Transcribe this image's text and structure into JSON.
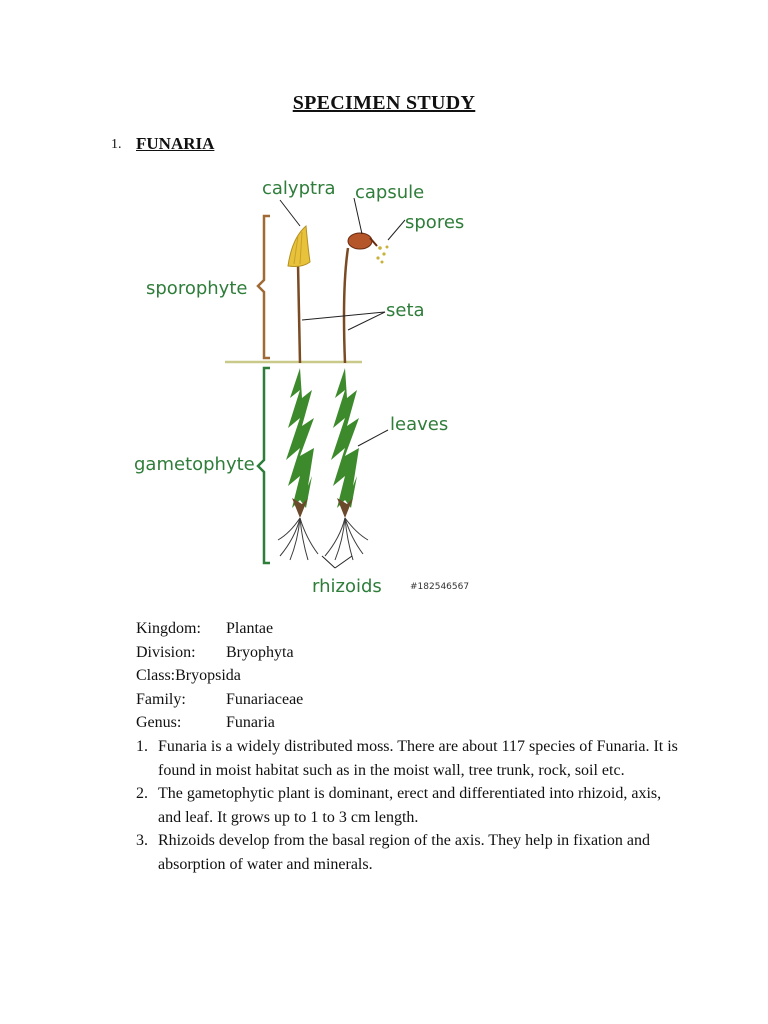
{
  "document": {
    "title": "SPECIMEN  STUDY",
    "section_number": "1.",
    "section_title": "FUNARIA"
  },
  "figure": {
    "labels": {
      "calyptra": "calyptra",
      "capsule": "capsule",
      "spores": "spores",
      "sporophyte": "sporophyte",
      "seta": "seta",
      "leaves": "leaves",
      "gametophyte": "gametophyte",
      "rhizoids": "rhizoids"
    },
    "image_code": "#182546567",
    "label_color": "#2f7d3a"
  },
  "classification": [
    {
      "key": "Kingdom:",
      "value": "Plantae"
    },
    {
      "key": "Division:",
      "value": "Bryophyta"
    },
    {
      "key": "Class:",
      "value": "Bryopsida"
    },
    {
      "key": "Family:",
      "value": "Funariaceae"
    },
    {
      "key": "Genus:",
      "value": "Funaria"
    }
  ],
  "notes": [
    {
      "num": "1.",
      "text": "Funaria is a widely distributed moss. There are about 117 species of Funaria. It is found in moist habitat such as in the moist wall, tree trunk, rock, soil etc."
    },
    {
      "num": "2.",
      "text": "The gametophytic plant is dominant, erect and differentiated into rhizoid, axis, and leaf. It grows up to 1 to 3 cm length."
    },
    {
      "num": "3.",
      "text": "Rhizoids develop from the basal region of the axis. They help in fixation and absorption of water and minerals."
    }
  ]
}
